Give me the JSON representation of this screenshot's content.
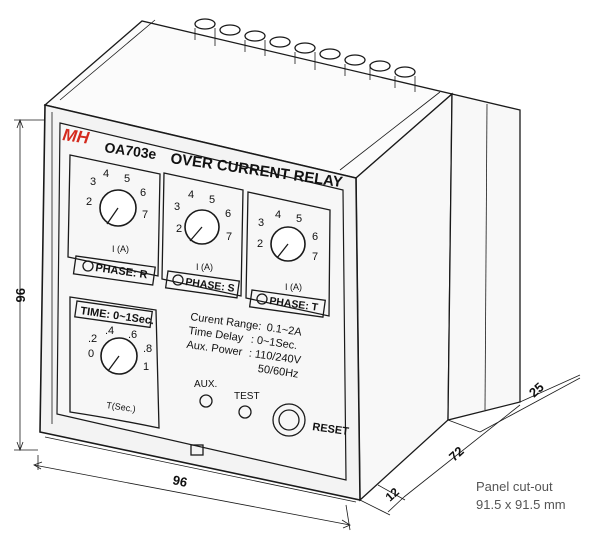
{
  "brand_logo": "MH",
  "model": "OA703e",
  "product_title": "OVER CURRENT RELAY",
  "dials": [
    {
      "phase_label": "PHASE: R",
      "unit": "I (A)",
      "scale": [
        "2",
        "3",
        "4",
        "5",
        "6",
        "7"
      ]
    },
    {
      "phase_label": "PHASE: S",
      "unit": "I (A)",
      "scale": [
        "2",
        "3",
        "4",
        "5",
        "6",
        "7"
      ]
    },
    {
      "phase_label": "PHASE: T",
      "unit": "I (A)",
      "scale": [
        "2",
        "3",
        "4",
        "5",
        "6",
        "7"
      ]
    }
  ],
  "time_dial": {
    "header": "TIME: 0~1Sec.",
    "scale": [
      "0",
      ".2",
      ".4",
      ".6",
      ".8",
      "1"
    ],
    "unit": "T(Sec.)"
  },
  "specs": {
    "current_range_label": "Curent Range:",
    "current_range_value": "0.1~2A",
    "time_delay_label": "Time Delay",
    "time_delay_value": ": 0~1Sec.",
    "aux_power_label": "Aux. Power",
    "aux_power_value_1": ": 110/240V",
    "aux_power_value_2": "50/60Hz"
  },
  "indicators": {
    "aux": "AUX.",
    "test": "TEST",
    "reset": "RESET"
  },
  "dimensions": {
    "height": "96",
    "width": "96",
    "depth_72": "72",
    "depth_25": "25",
    "depth_12": "12"
  },
  "note": {
    "line1": "Panel cut-out",
    "line2": "91.5 x 91.5 mm"
  },
  "colors": {
    "brand_red": "#d42a1e",
    "ink": "#1a1a1a"
  }
}
